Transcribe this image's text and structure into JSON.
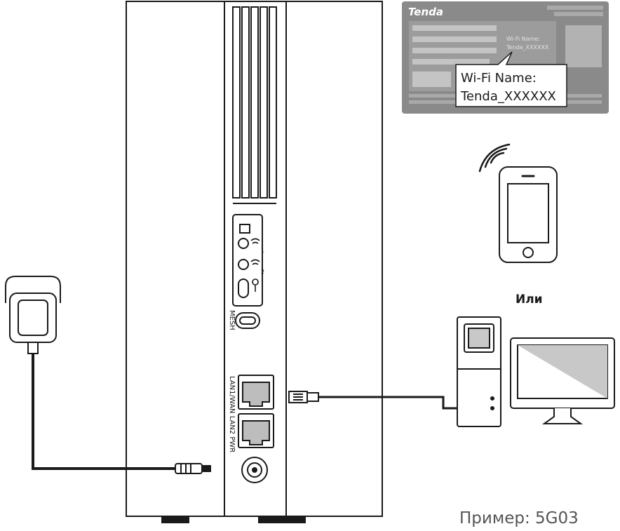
{
  "label_card": {
    "brand": "Tenda",
    "small_ssid_caption": "Wi-Fi Name:",
    "small_ssid_value": "Tenda_XXXXXX",
    "callout_title": "Wi-Fi Name:",
    "callout_value": "Tenda_XXXXXX"
  },
  "router": {
    "mesh_label": "MESH",
    "wps_led_1": "1",
    "wps_led_2": "2",
    "port_labels": "LAN1/WAN LAN2 PWR"
  },
  "or_label": "Или",
  "caption": "Пример: 5G03",
  "colors": {
    "line": "#1a1a1a",
    "card": "#8a8a8a",
    "card_light": "#c4c4c4",
    "port": "#bdbdbd"
  }
}
